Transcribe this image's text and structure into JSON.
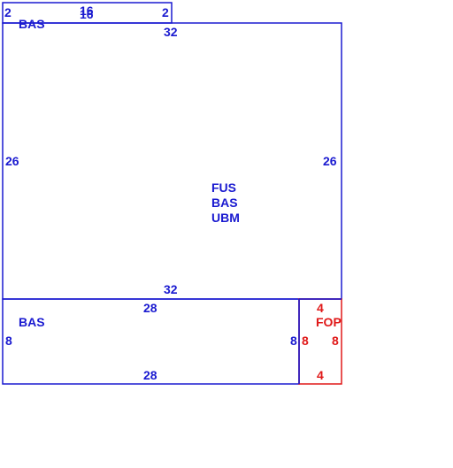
{
  "colors": {
    "blue": "#1a1ad0",
    "red": "#e01818",
    "background": "#ffffff"
  },
  "top_strip": {
    "name": "BAS",
    "left_dim": "2",
    "right_dim": "2",
    "top_dim_a": "16",
    "top_dim_b": "16"
  },
  "main_room": {
    "labels": [
      "FUS",
      "BAS",
      "UBM"
    ],
    "top_dim": "32",
    "bottom_dim": "32",
    "left_dim": "26",
    "right_dim": "26"
  },
  "lower_room": {
    "name": "BAS",
    "top_dim": "28",
    "bottom_dim": "28",
    "left_dim": "8",
    "right_dim": "8"
  },
  "fop_room": {
    "name": "FOP",
    "top_dim": "4",
    "bottom_dim": "4",
    "left_dim": "8",
    "right_dim": "8"
  }
}
